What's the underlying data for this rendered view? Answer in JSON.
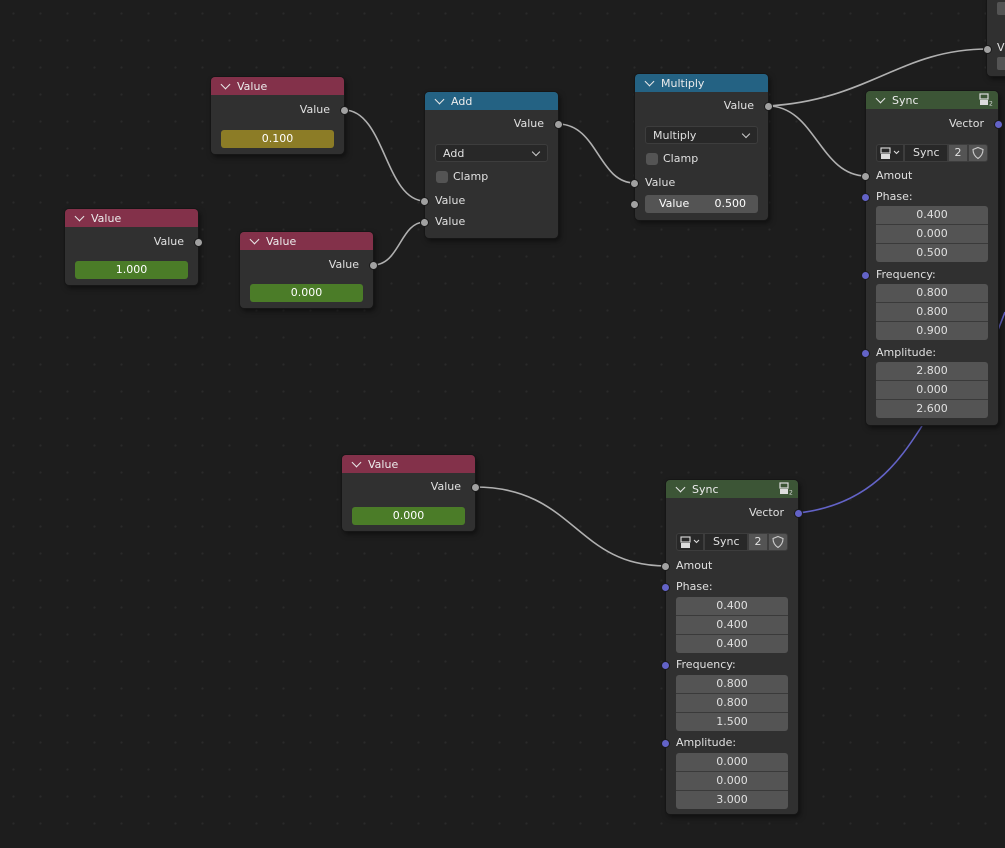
{
  "colors": {
    "value_header": "#83314a",
    "math_header": "#246283",
    "group_header": "#3c5536",
    "value_field": "#4b7c28",
    "selected_field": "#8c7c26",
    "socket_float": "#a1a1a1",
    "socket_vector": "#6363c7"
  },
  "value_nodes": [
    {
      "title": "Value",
      "output": "Value",
      "value": "0.100"
    },
    {
      "title": "Value",
      "output": "Value",
      "value": "1.000"
    },
    {
      "title": "Value",
      "output": "Value",
      "value": "0.000"
    },
    {
      "title": "Value",
      "output": "Value",
      "value": "0.000"
    }
  ],
  "add_node": {
    "title": "Add",
    "output": "Value",
    "operation": "Add",
    "clamp": "Clamp",
    "input1": "Value",
    "input2": "Value"
  },
  "multiply_node": {
    "title": "Multiply",
    "output": "Value",
    "operation": "Multiply",
    "clamp": "Clamp",
    "input1": "Value",
    "field_label": "Value",
    "field_value": "0.500"
  },
  "sync_nodes": [
    {
      "title": "Sync",
      "output": "Vector",
      "group_name": "Sync",
      "users": "2",
      "amout": "Amout",
      "phase_label": "Phase:",
      "phase": [
        "0.400",
        "0.000",
        "0.500"
      ],
      "frequency_label": "Frequency:",
      "frequency": [
        "0.800",
        "0.800",
        "0.900"
      ],
      "amplitude_label": "Amplitude:",
      "amplitude": [
        "2.800",
        "0.000",
        "2.600"
      ]
    },
    {
      "title": "Sync",
      "output": "Vector",
      "group_name": "Sync",
      "users": "2",
      "amout": "Amout",
      "phase_label": "Phase:",
      "phase": [
        "0.400",
        "0.400",
        "0.400"
      ],
      "frequency_label": "Frequency:",
      "frequency": [
        "0.800",
        "0.800",
        "1.500"
      ],
      "amplitude_label": "Amplitude:",
      "amplitude": [
        "0.000",
        "0.000",
        "3.000"
      ]
    }
  ],
  "offscreen_node": {
    "label": "V"
  }
}
